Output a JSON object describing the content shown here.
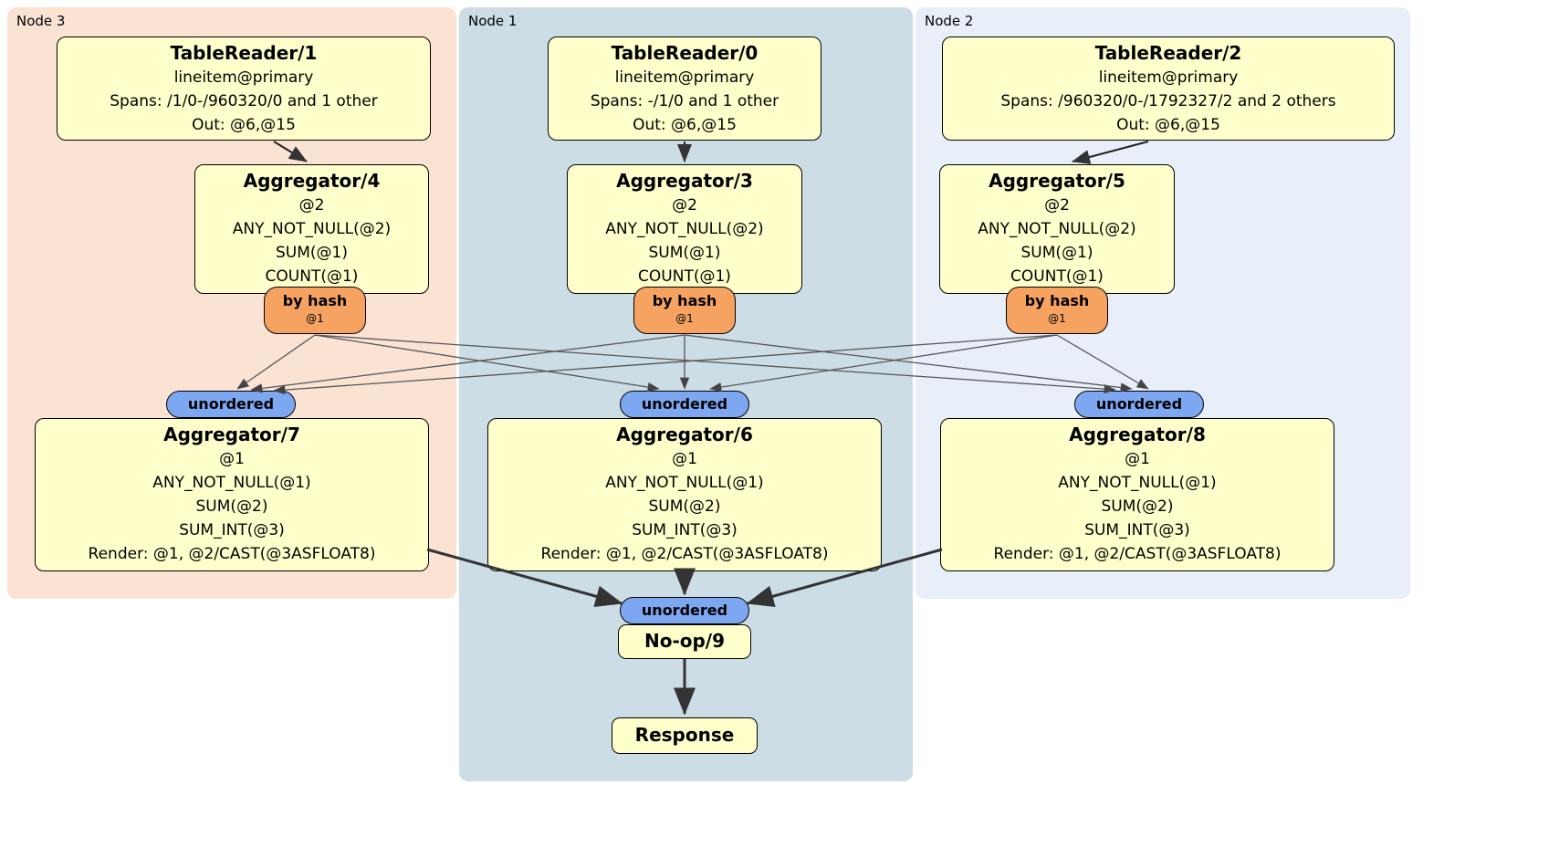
{
  "diagram": {
    "nodes": [
      {
        "label": "Node 3",
        "tablereader": {
          "title": "TableReader/1",
          "lines": [
            "lineitem@primary",
            "Spans: /1/0-/960320/0 and 1 other",
            "Out: @6,@15"
          ]
        },
        "aggregator_top": {
          "title": "Aggregator/4",
          "lines": [
            "@2",
            "ANY_NOT_NULL(@2)",
            "SUM(@1)",
            "COUNT(@1)"
          ]
        },
        "router": {
          "label": "by hash",
          "detail": "@1"
        },
        "stream": {
          "label": "unordered"
        },
        "aggregator_bottom": {
          "title": "Aggregator/7",
          "lines": [
            "@1",
            "ANY_NOT_NULL(@1)",
            "SUM(@2)",
            "SUM_INT(@3)",
            "Render: @1, @2/CAST(@3ASFLOAT8)"
          ]
        }
      },
      {
        "label": "Node 1",
        "tablereader": {
          "title": "TableReader/0",
          "lines": [
            "lineitem@primary",
            "Spans: -/1/0 and 1 other",
            "Out: @6,@15"
          ]
        },
        "aggregator_top": {
          "title": "Aggregator/3",
          "lines": [
            "@2",
            "ANY_NOT_NULL(@2)",
            "SUM(@1)",
            "COUNT(@1)"
          ]
        },
        "router": {
          "label": "by hash",
          "detail": "@1"
        },
        "stream": {
          "label": "unordered"
        },
        "aggregator_bottom": {
          "title": "Aggregator/6",
          "lines": [
            "@1",
            "ANY_NOT_NULL(@1)",
            "SUM(@2)",
            "SUM_INT(@3)",
            "Render: @1, @2/CAST(@3ASFLOAT8)"
          ]
        }
      },
      {
        "label": "Node 2",
        "tablereader": {
          "title": "TableReader/2",
          "lines": [
            "lineitem@primary",
            "Spans: /960320/0-/1792327/2 and 2 others",
            "Out: @6,@15"
          ]
        },
        "aggregator_top": {
          "title": "Aggregator/5",
          "lines": [
            "@2",
            "ANY_NOT_NULL(@2)",
            "SUM(@1)",
            "COUNT(@1)"
          ]
        },
        "router": {
          "label": "by hash",
          "detail": "@1"
        },
        "stream": {
          "label": "unordered"
        },
        "aggregator_bottom": {
          "title": "Aggregator/8",
          "lines": [
            "@1",
            "ANY_NOT_NULL(@1)",
            "SUM(@2)",
            "SUM_INT(@3)",
            "Render: @1, @2/CAST(@3ASFLOAT8)"
          ]
        }
      }
    ],
    "final": {
      "stream_label": "unordered",
      "noop": "No-op/9",
      "response": "Response"
    },
    "colors": {
      "box_fill": "#ffffcc",
      "router_fill": "#f6a361",
      "stream_fill": "#7ea7f1",
      "node3_bg": "#fbe3d4",
      "node1_bg": "#ccdde5",
      "node2_bg": "#e8eff9",
      "edge_color": "#444444"
    }
  }
}
